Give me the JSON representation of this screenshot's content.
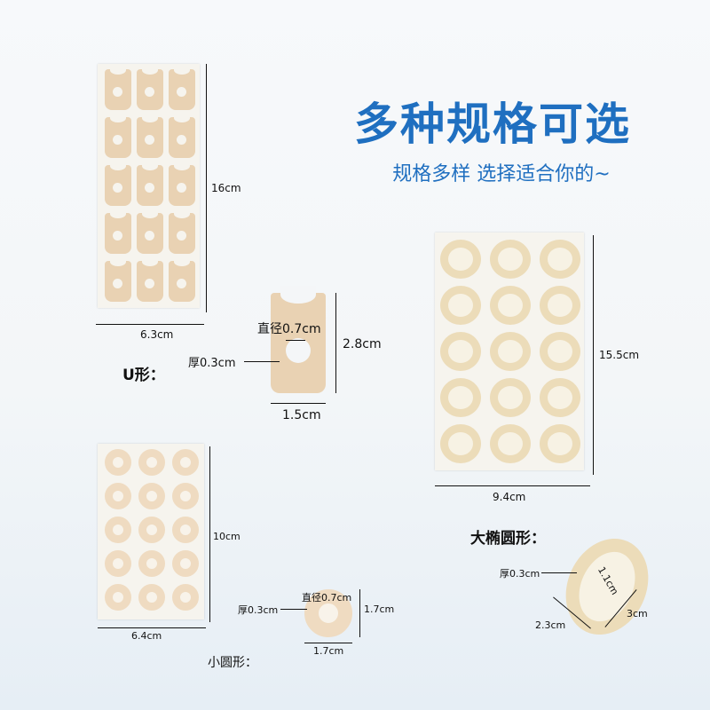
{
  "header": {
    "title": "多种规格可选",
    "subtitle": "规格多样 选择适合你的~"
  },
  "u_shape": {
    "heading": "U形：",
    "sheet_height": "16cm",
    "sheet_width": "6.3cm",
    "hole_diameter": "直径0.7cm",
    "height": "2.8cm",
    "width": "1.5cm",
    "thickness": "厚0.3cm"
  },
  "large_oval": {
    "heading": "大椭圆形：",
    "sheet_height": "15.5cm",
    "sheet_width": "9.4cm",
    "thickness": "厚0.3cm",
    "inner": "1.1cm",
    "width": "2.3cm",
    "height": "3cm"
  },
  "small_round": {
    "heading": "小圆形：",
    "sheet_height": "10cm",
    "sheet_width": "6.4cm",
    "hole_diameter": "直径0.7cm",
    "thickness": "厚0.3cm",
    "height": "1.7cm",
    "width": "1.7cm"
  },
  "colors": {
    "accent": "#1f6fc0",
    "pad": "#e9d2b3",
    "sheet": "#f6f4ee"
  }
}
